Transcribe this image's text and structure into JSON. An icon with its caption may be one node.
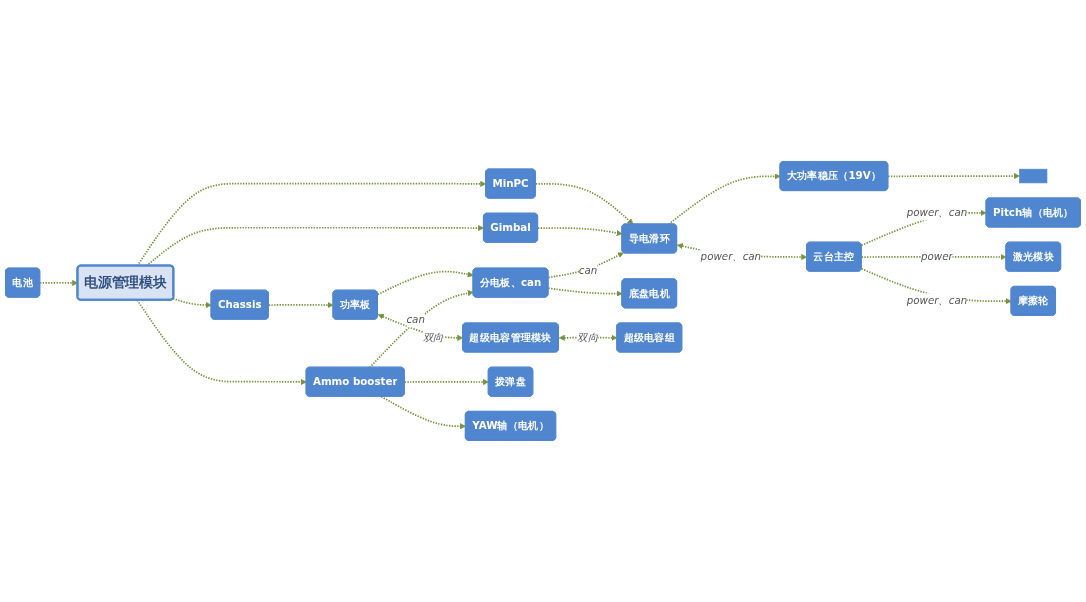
{
  "diagram": {
    "nodes": [
      {
        "text": [
          "电池"
        ]
      },
      {
        "text": [
          "电源管理模块"
        ]
      },
      {
        "text": [
          "MinPC"
        ]
      },
      {
        "text": [
          "Gimbal"
        ]
      },
      {
        "text": [
          "Chassis"
        ]
      },
      {
        "text": [
          "Ammo booster"
        ]
      },
      {
        "text": [
          "导电滑环"
        ]
      },
      {
        "text": [
          "大功率稳压（19V）"
        ]
      },
      {
        "text": [],
        "shape": "box"
      },
      {
        "text": [
          "云台主控"
        ]
      },
      {
        "text": [
          "Pitch轴（电机）"
        ]
      },
      {
        "text": [
          "激光模块"
        ]
      },
      {
        "text": [
          "摩擦轮"
        ]
      },
      {
        "text": [
          "分电板、can"
        ]
      },
      {
        "text": [
          "底盘电机"
        ]
      },
      {
        "text": [
          "功率板"
        ]
      },
      {
        "text": [
          "超级电容管理模块"
        ]
      },
      {
        "text": [
          "超级电容组"
        ]
      },
      {
        "text": [
          "拨弹盘"
        ]
      },
      {
        "text": [
          "YAW轴（电机）"
        ]
      }
    ],
    "edges": [
      {
        "from": 0,
        "to": 1,
        "arrow": "to",
        "style": "dashed"
      },
      {
        "from": 1,
        "to": 2,
        "arrow": "to",
        "style": "dashed"
      },
      {
        "from": 1,
        "to": 3,
        "arrow": "to",
        "style": "dashed"
      },
      {
        "from": 1,
        "to": 4,
        "arrow": "to",
        "style": "dashed"
      },
      {
        "from": 1,
        "to": 5,
        "arrow": "to",
        "style": "dashed"
      },
      {
        "from": 2,
        "to": 6,
        "arrow": "to",
        "style": "dashed"
      },
      {
        "from": 3,
        "to": 6,
        "arrow": "to",
        "style": "dashed"
      },
      {
        "from": 6,
        "to": 7,
        "arrow": "to",
        "style": "dashed"
      },
      {
        "from": 7,
        "to": 8,
        "arrow": "to",
        "style": "dashed"
      },
      {
        "from": 6,
        "to": 9,
        "arrow": "both",
        "label": "power、can",
        "style": "dashed"
      },
      {
        "from": 9,
        "to": 10,
        "arrow": "to",
        "label": "power、can",
        "style": "dashed"
      },
      {
        "from": 9,
        "to": 11,
        "arrow": "to",
        "label": "power",
        "style": "dashed"
      },
      {
        "from": 9,
        "to": 12,
        "arrow": "to",
        "label": "power、can",
        "style": "dashed"
      },
      {
        "from": 13,
        "to": 6,
        "arrow": "to",
        "label": "can",
        "style": "dashed"
      },
      {
        "from": 13,
        "to": 14,
        "arrow": "to",
        "style": "dashed"
      },
      {
        "from": 4,
        "to": 15,
        "arrow": "to",
        "style": "dashed"
      },
      {
        "from": 15,
        "to": 13,
        "arrow": "to",
        "style": "dashed"
      },
      {
        "from": 5,
        "to": 13,
        "arrow": "to",
        "label": "can",
        "style": "dashed"
      },
      {
        "from": 15,
        "to": 16,
        "arrow": "both",
        "label": "双向",
        "style": "dashed"
      },
      {
        "from": 16,
        "to": 17,
        "arrow": "both",
        "label": "双向",
        "style": "dashed"
      },
      {
        "from": 5,
        "to": 18,
        "arrow": "to",
        "style": "dashed"
      },
      {
        "from": 5,
        "to": 19,
        "arrow": "to",
        "style": "dashed"
      }
    ]
  }
}
